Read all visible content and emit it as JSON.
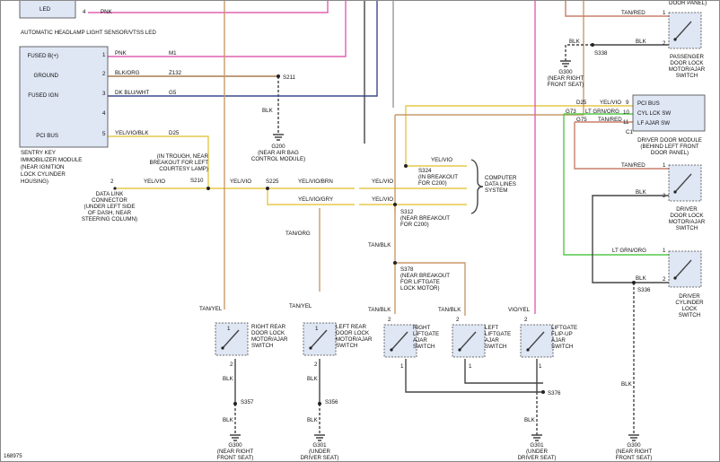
{
  "diagram": {
    "figure_id": "168975",
    "top_left": {
      "led_label": "LED",
      "module_label": "AUTOMATIC HEADLAMP LIGHT SENSOR/VTSS LED",
      "pin": "4",
      "wire": "PNK"
    },
    "sentry_key": {
      "caption": [
        "SENTRY KEY",
        "IMMOBILIZER MODULE",
        "(NEAR IGNITION",
        "LOCK CYLINDER",
        "HOUSING)"
      ],
      "pins": [
        {
          "num": "1",
          "name": "FUSED B(+)",
          "color": "PNK",
          "circuit": "M1"
        },
        {
          "num": "2",
          "name": "GROUND",
          "color": "BLK/ORG",
          "circuit": "Z132"
        },
        {
          "num": "3",
          "name": "FUSED IGN",
          "color": "DK BLU/WHT",
          "circuit": "G5"
        },
        {
          "num": "4",
          "name": "",
          "color": "",
          "circuit": ""
        },
        {
          "num": "5",
          "name": "PCI BUS",
          "color": "YEL/VIO/BLK",
          "circuit": "D25"
        }
      ]
    },
    "splices": {
      "s211": "S211",
      "s210": "S210",
      "s225": "S225",
      "s324": "S324",
      "s312": "S312",
      "s378": "S378",
      "s338": "S338",
      "s336": "S336",
      "s357": "S357",
      "s356": "S356",
      "s376": "S376"
    },
    "grounds": {
      "g200": [
        "G200",
        "(NEAR AIR BAG",
        "CONTROL MODULE)"
      ],
      "g300_top": [
        "G300",
        "(NEAR RIGHT",
        "FRONT SEAT)"
      ],
      "g300_bl": [
        "G300",
        "(NEAR RIGHT",
        "FRONT SEAT)"
      ],
      "g301_a": [
        "G301",
        "(UNDER",
        "DRIVER SEAT)"
      ],
      "g301_b": [
        "G301",
        "(UNDER",
        "DRIVER SEAT)"
      ],
      "g300_br": [
        "G300",
        "(NEAR RIGHT",
        "FRONT SEAT)"
      ]
    },
    "notes": {
      "s210_note": [
        "(IN TROUGH, NEAR",
        "BREAKOUT FOR LEFT",
        "COURTESY LAMP)"
      ],
      "s324_note": [
        "(IN BREAKOUT",
        "FOR C200)"
      ],
      "s312_note": [
        "(NEAR BREAKOUT",
        "FOR C200)"
      ],
      "s378_note": [
        "(NEAR BREAKOUT",
        "FOR LIFTGATE",
        "LOCK MOTOR)"
      ],
      "dlc": [
        "DATA LINK",
        "CONNECTOR",
        "(UNDER LEFT SIDE",
        "OF DASH, NEAR",
        "STEERING COLUMN)"
      ],
      "cds": [
        "COMPUTER",
        "DATA LINES",
        "SYSTEM"
      ]
    },
    "wires": {
      "blk": "BLK",
      "yelvio": "YEL/VIO",
      "yelviobrn": "YEL/VIO/BRN",
      "yelviogry": "YEL/VIO/GRY",
      "tanorg": "TAN/ORG",
      "tanblk": "TAN/BLK",
      "tanyel": "TAN/YEL",
      "tanred": "TAN/RED",
      "viovel": "VIO/YEL",
      "ltgrnorg": "LT GRN/ORG",
      "d25": "D25",
      "g73": "G73",
      "g75": "G75",
      "pin2": "2",
      "pin1": "1",
      "pin9": "9",
      "pin10": "10",
      "pin11": "11",
      "c1": "C1"
    },
    "ddm": {
      "lines": [
        "PCI BUS",
        "CYL LCK SW",
        "LF AJAR SW"
      ],
      "caption": [
        "DRIVER DOOR MODULE",
        "(BEHIND LEFT FRONT",
        "DOOR PANEL)"
      ]
    },
    "top_right_caption": "DOOR PANEL)",
    "switches": {
      "passenger": [
        "PASSENGER",
        "DOOR LOCK",
        "MOTOR/AJAR",
        "SWITCH"
      ],
      "driver_lock": [
        "DRIVER",
        "DOOR LOCK",
        "MOTOR/AJAR",
        "SWITCH"
      ],
      "driver_cyl": [
        "DRIVER",
        "CYLINDER",
        "LOCK",
        "SWITCH"
      ],
      "right_rear": [
        "RIGHT REAR",
        "DOOR LOCK",
        "MOTOR/AJAR",
        "SWITCH"
      ],
      "left_rear": [
        "LEFT REAR",
        "DOOR LOCK",
        "MOTOR/AJAR",
        "SWITCH"
      ],
      "right_lg": [
        "RIGHT",
        "LIFTGATE",
        "AJAR",
        "SWITCH"
      ],
      "left_lg": [
        "LEFT",
        "LIFTGATE",
        "AJAR",
        "SWITCH"
      ],
      "flipup": [
        "LIFTGATE",
        "FLIP-UP",
        "AJAR",
        "SWITCH"
      ]
    }
  }
}
